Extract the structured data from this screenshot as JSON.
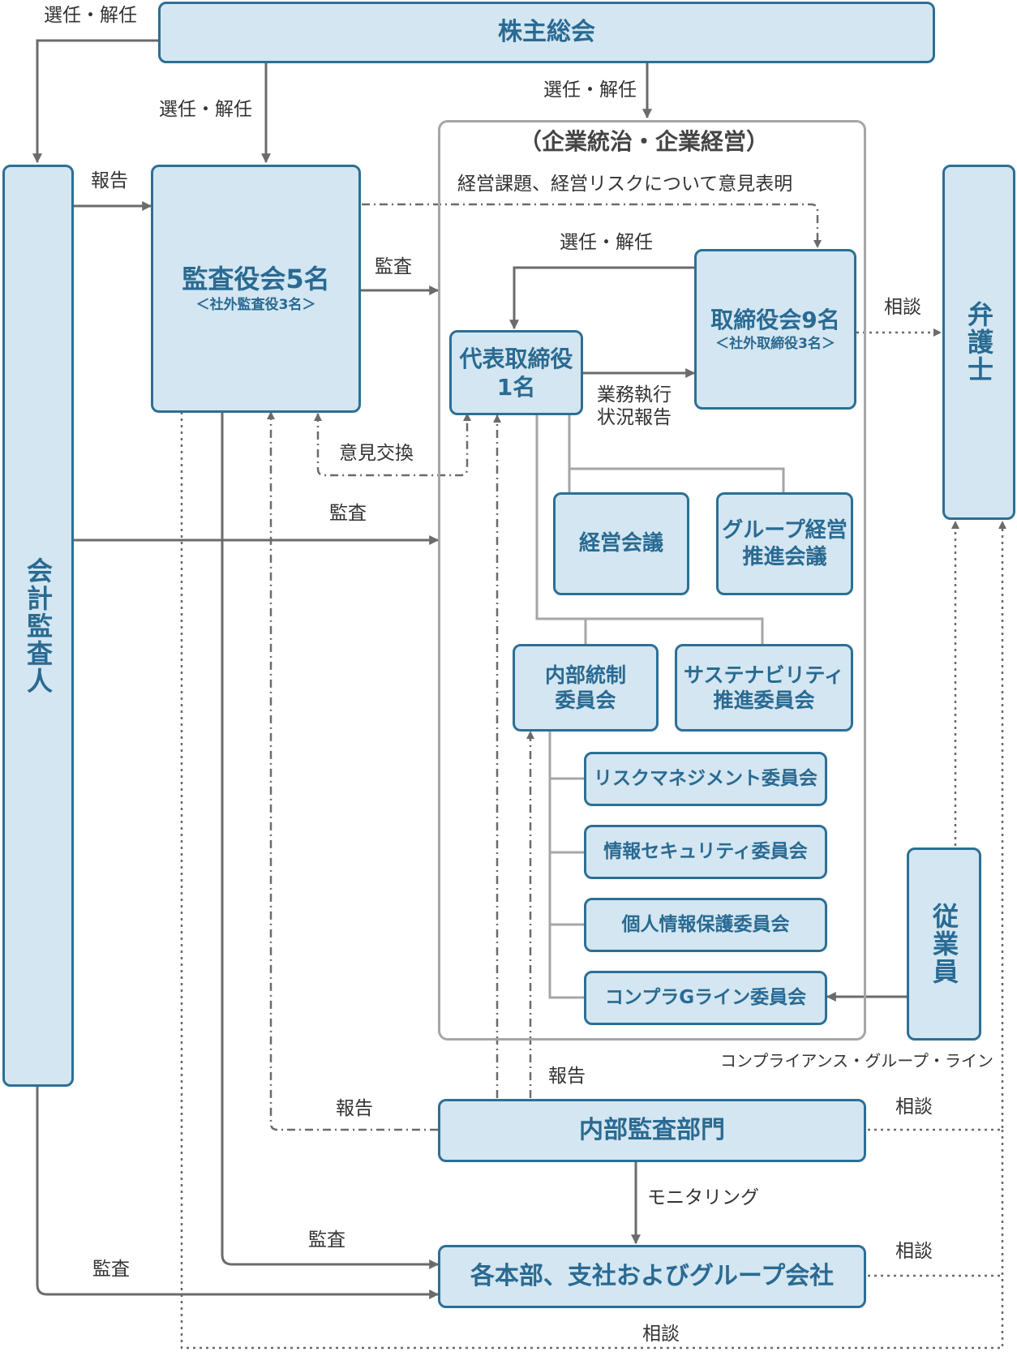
{
  "boxes": {
    "shareholders": "株主総会",
    "accounting_auditor": "会計監査人",
    "audit_board": {
      "title": "監査役会5名",
      "sub": "＜社外監査役3名＞"
    },
    "lawyer": "弁護士",
    "representative": {
      "line1": "代表取締役",
      "line2": "1名"
    },
    "board": {
      "title": "取締役会9名",
      "sub": "＜社外取締役3名＞"
    },
    "management_meeting": "経営会議",
    "group_management": {
      "line1": "グループ経営",
      "line2": "推進会議"
    },
    "internal_control": {
      "line1": "内部統制",
      "line2": "委員会"
    },
    "sustainability": {
      "line1": "サステナビリティ",
      "line2": "推進委員会"
    },
    "risk_management": "リスクマネジメント委員会",
    "info_security": "情報セキュリティ委員会",
    "privacy": "個人情報保護委員会",
    "compliance_line": "コンプラGライン委員会",
    "employees": "従業員",
    "internal_audit": "内部監査部門",
    "departments": "各本部、支社およびグループ会社"
  },
  "frame_title": "（企業統治・企業経営）",
  "labels": {
    "appoint_dismiss": "選任・解任",
    "report": "報告",
    "audit": "監査",
    "consult": "相談",
    "opinion": "経営課題、経営リスクについて意見表明",
    "opinion_exchange": "意見交換",
    "business_report": "業務執行\n状況報告",
    "monitoring": "モニタリング",
    "compliance_group_line": "コンプライアンス・グループ・ライン"
  }
}
